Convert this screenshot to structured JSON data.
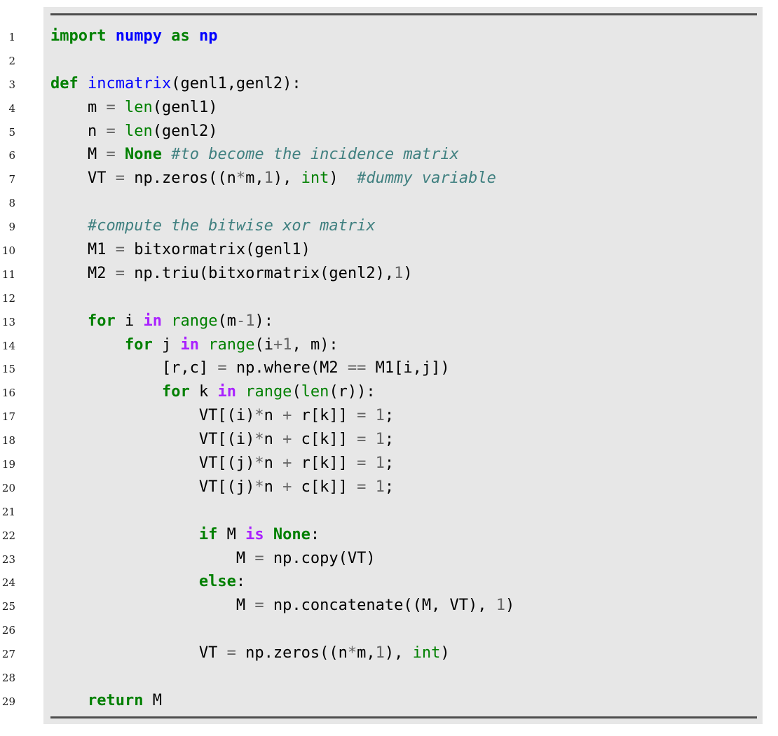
{
  "page": {
    "background_color": "#ffffff",
    "description": "LaTeX-rendered Python code listing with line numbers"
  },
  "code_block": {
    "language": "python",
    "background_color": "#e7e7e7",
    "rule_color": "#4d4d4d",
    "line_number_color": "#1c1c1c",
    "style_legend": {
      "k": "keyword",
      "b": "builtin-function",
      "w": "word-operator",
      "ns": "namespace-name",
      "f": "function-name",
      "c": "comment",
      "o": "operator-or-number",
      "t": "plain-text"
    },
    "token_styles": {
      "k": {
        "color": "#008000",
        "bold": true,
        "italic": false
      },
      "b": {
        "color": "#008000",
        "bold": false,
        "italic": false
      },
      "w": {
        "color": "#AA22FF",
        "bold": true,
        "italic": false
      },
      "ns": {
        "color": "#0000FF",
        "bold": true,
        "italic": false
      },
      "f": {
        "color": "#0000FF",
        "bold": false,
        "italic": false
      },
      "c": {
        "color": "#408080",
        "bold": false,
        "italic": true
      },
      "o": {
        "color": "#666666",
        "bold": false,
        "italic": false
      },
      "t": {
        "color": "#000000",
        "bold": false,
        "italic": false
      }
    },
    "lines": [
      {
        "n": 1,
        "tokens": [
          [
            "k",
            "import"
          ],
          [
            "t",
            " "
          ],
          [
            "ns",
            "numpy"
          ],
          [
            "t",
            " "
          ],
          [
            "k",
            "as"
          ],
          [
            "t",
            " "
          ],
          [
            "ns",
            "np"
          ]
        ]
      },
      {
        "n": 2,
        "tokens": []
      },
      {
        "n": 3,
        "tokens": [
          [
            "k",
            "def"
          ],
          [
            "t",
            " "
          ],
          [
            "f",
            "incmatrix"
          ],
          [
            "t",
            "(genl1,genl2):"
          ]
        ]
      },
      {
        "n": 4,
        "tokens": [
          [
            "t",
            "    m "
          ],
          [
            "o",
            "="
          ],
          [
            "t",
            " "
          ],
          [
            "b",
            "len"
          ],
          [
            "t",
            "(genl1)"
          ]
        ]
      },
      {
        "n": 5,
        "tokens": [
          [
            "t",
            "    n "
          ],
          [
            "o",
            "="
          ],
          [
            "t",
            " "
          ],
          [
            "b",
            "len"
          ],
          [
            "t",
            "(genl2)"
          ]
        ]
      },
      {
        "n": 6,
        "tokens": [
          [
            "t",
            "    M "
          ],
          [
            "o",
            "="
          ],
          [
            "t",
            " "
          ],
          [
            "k",
            "None"
          ],
          [
            "t",
            " "
          ],
          [
            "c",
            "#to become the incidence matrix"
          ]
        ]
      },
      {
        "n": 7,
        "tokens": [
          [
            "t",
            "    VT "
          ],
          [
            "o",
            "="
          ],
          [
            "t",
            " np.zeros((n"
          ],
          [
            "o",
            "*"
          ],
          [
            "t",
            "m,"
          ],
          [
            "o",
            "1"
          ],
          [
            "t",
            "), "
          ],
          [
            "b",
            "int"
          ],
          [
            "t",
            ")  "
          ],
          [
            "c",
            "#dummy variable"
          ]
        ]
      },
      {
        "n": 8,
        "tokens": []
      },
      {
        "n": 9,
        "tokens": [
          [
            "t",
            "    "
          ],
          [
            "c",
            "#compute the bitwise xor matrix"
          ]
        ]
      },
      {
        "n": 10,
        "tokens": [
          [
            "t",
            "    M1 "
          ],
          [
            "o",
            "="
          ],
          [
            "t",
            " bitxormatrix(genl1)"
          ]
        ]
      },
      {
        "n": 11,
        "tokens": [
          [
            "t",
            "    M2 "
          ],
          [
            "o",
            "="
          ],
          [
            "t",
            " np.triu(bitxormatrix(genl2),"
          ],
          [
            "o",
            "1"
          ],
          [
            "t",
            ")"
          ]
        ]
      },
      {
        "n": 12,
        "tokens": []
      },
      {
        "n": 13,
        "tokens": [
          [
            "t",
            "    "
          ],
          [
            "k",
            "for"
          ],
          [
            "t",
            " i "
          ],
          [
            "w",
            "in"
          ],
          [
            "t",
            " "
          ],
          [
            "b",
            "range"
          ],
          [
            "t",
            "(m"
          ],
          [
            "o",
            "-"
          ],
          [
            "o",
            "1"
          ],
          [
            "t",
            "):"
          ]
        ]
      },
      {
        "n": 14,
        "tokens": [
          [
            "t",
            "        "
          ],
          [
            "k",
            "for"
          ],
          [
            "t",
            " j "
          ],
          [
            "w",
            "in"
          ],
          [
            "t",
            " "
          ],
          [
            "b",
            "range"
          ],
          [
            "t",
            "(i"
          ],
          [
            "o",
            "+"
          ],
          [
            "o",
            "1"
          ],
          [
            "t",
            ", m):"
          ]
        ]
      },
      {
        "n": 15,
        "tokens": [
          [
            "t",
            "            [r,c] "
          ],
          [
            "o",
            "="
          ],
          [
            "t",
            " np.where(M2 "
          ],
          [
            "o",
            "=="
          ],
          [
            "t",
            " M1[i,j])"
          ]
        ]
      },
      {
        "n": 16,
        "tokens": [
          [
            "t",
            "            "
          ],
          [
            "k",
            "for"
          ],
          [
            "t",
            " k "
          ],
          [
            "w",
            "in"
          ],
          [
            "t",
            " "
          ],
          [
            "b",
            "range"
          ],
          [
            "t",
            "("
          ],
          [
            "b",
            "len"
          ],
          [
            "t",
            "(r)):"
          ]
        ]
      },
      {
        "n": 17,
        "tokens": [
          [
            "t",
            "                VT[(i)"
          ],
          [
            "o",
            "*"
          ],
          [
            "t",
            "n "
          ],
          [
            "o",
            "+"
          ],
          [
            "t",
            " r[k]] "
          ],
          [
            "o",
            "="
          ],
          [
            "t",
            " "
          ],
          [
            "o",
            "1"
          ],
          [
            "t",
            ";"
          ]
        ]
      },
      {
        "n": 18,
        "tokens": [
          [
            "t",
            "                VT[(i)"
          ],
          [
            "o",
            "*"
          ],
          [
            "t",
            "n "
          ],
          [
            "o",
            "+"
          ],
          [
            "t",
            " c[k]] "
          ],
          [
            "o",
            "="
          ],
          [
            "t",
            " "
          ],
          [
            "o",
            "1"
          ],
          [
            "t",
            ";"
          ]
        ]
      },
      {
        "n": 19,
        "tokens": [
          [
            "t",
            "                VT[(j)"
          ],
          [
            "o",
            "*"
          ],
          [
            "t",
            "n "
          ],
          [
            "o",
            "+"
          ],
          [
            "t",
            " r[k]] "
          ],
          [
            "o",
            "="
          ],
          [
            "t",
            " "
          ],
          [
            "o",
            "1"
          ],
          [
            "t",
            ";"
          ]
        ]
      },
      {
        "n": 20,
        "tokens": [
          [
            "t",
            "                VT[(j)"
          ],
          [
            "o",
            "*"
          ],
          [
            "t",
            "n "
          ],
          [
            "o",
            "+"
          ],
          [
            "t",
            " c[k]] "
          ],
          [
            "o",
            "="
          ],
          [
            "t",
            " "
          ],
          [
            "o",
            "1"
          ],
          [
            "t",
            ";"
          ]
        ]
      },
      {
        "n": 21,
        "tokens": []
      },
      {
        "n": 22,
        "tokens": [
          [
            "t",
            "                "
          ],
          [
            "k",
            "if"
          ],
          [
            "t",
            " M "
          ],
          [
            "w",
            "is"
          ],
          [
            "t",
            " "
          ],
          [
            "k",
            "None"
          ],
          [
            "t",
            ":"
          ]
        ]
      },
      {
        "n": 23,
        "tokens": [
          [
            "t",
            "                    M "
          ],
          [
            "o",
            "="
          ],
          [
            "t",
            " np.copy(VT)"
          ]
        ]
      },
      {
        "n": 24,
        "tokens": [
          [
            "t",
            "                "
          ],
          [
            "k",
            "else"
          ],
          [
            "t",
            ":"
          ]
        ]
      },
      {
        "n": 25,
        "tokens": [
          [
            "t",
            "                    M "
          ],
          [
            "o",
            "="
          ],
          [
            "t",
            " np.concatenate((M, VT), "
          ],
          [
            "o",
            "1"
          ],
          [
            "t",
            ")"
          ]
        ]
      },
      {
        "n": 26,
        "tokens": []
      },
      {
        "n": 27,
        "tokens": [
          [
            "t",
            "                VT "
          ],
          [
            "o",
            "="
          ],
          [
            "t",
            " np.zeros((n"
          ],
          [
            "o",
            "*"
          ],
          [
            "t",
            "m,"
          ],
          [
            "o",
            "1"
          ],
          [
            "t",
            "), "
          ],
          [
            "b",
            "int"
          ],
          [
            "t",
            ")"
          ]
        ]
      },
      {
        "n": 28,
        "tokens": []
      },
      {
        "n": 29,
        "tokens": [
          [
            "t",
            "    "
          ],
          [
            "k",
            "return"
          ],
          [
            "t",
            " M"
          ]
        ]
      }
    ]
  }
}
